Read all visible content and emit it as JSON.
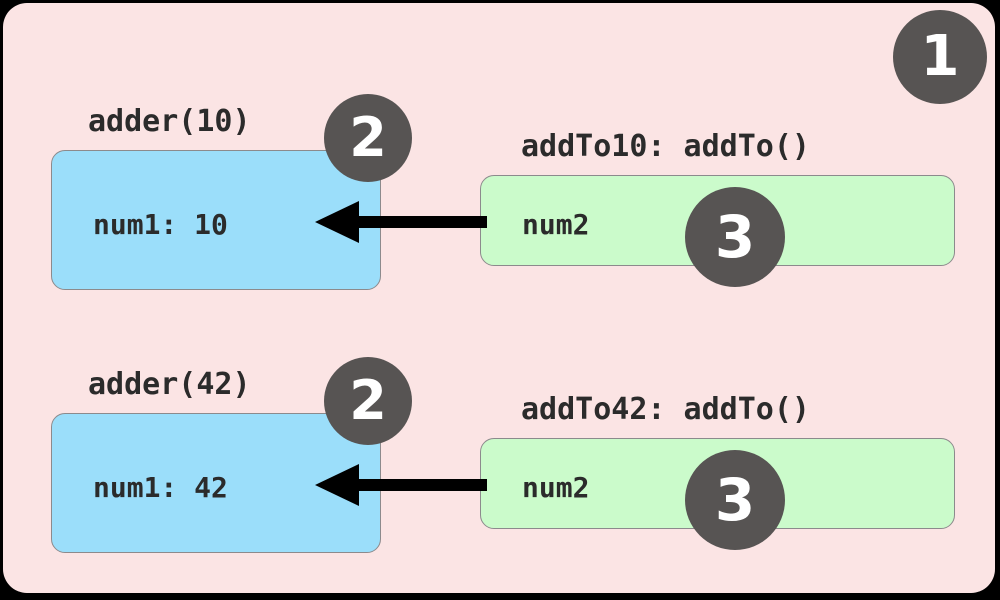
{
  "diagram": {
    "title_semantics": "closure-scope-diagram",
    "colors": {
      "page_background": "#000000",
      "outer_scope_fill": "#FBE4E4",
      "closure_scope_fill": "#9BDEFA",
      "function_scope_fill": "#CBFBCB",
      "box_border": "#8C8A8C",
      "badge_fill": "#575453",
      "badge_text": "#FFFFFF",
      "text": "#2B2B2B",
      "arrow": "#000000"
    },
    "badges": [
      {
        "id": "badge-1",
        "label": "1",
        "meaning": "global-scope"
      },
      {
        "id": "badge-2-top",
        "label": "2",
        "meaning": "closure-scope-adder-10"
      },
      {
        "id": "badge-3-top",
        "label": "3",
        "meaning": "function-scope-addTo10"
      },
      {
        "id": "badge-2-bottom",
        "label": "2",
        "meaning": "closure-scope-adder-42"
      },
      {
        "id": "badge-3-bottom",
        "label": "3",
        "meaning": "function-scope-addTo42"
      }
    ],
    "groups": [
      {
        "id": "group-top",
        "closure": {
          "label": "adder(10)",
          "variable": "num1: 10"
        },
        "fn": {
          "label": "addTo10: addTo()",
          "variable": "num2"
        },
        "arrow": {
          "direction": "right-to-left",
          "from": "addTo10-num2",
          "to": "adder10-num1"
        }
      },
      {
        "id": "group-bottom",
        "closure": {
          "label": "adder(42)",
          "variable": "num1: 42"
        },
        "fn": {
          "label": "addTo42: addTo()",
          "variable": "num2"
        },
        "arrow": {
          "direction": "right-to-left",
          "from": "addTo42-num2",
          "to": "adder42-num1"
        }
      }
    ]
  }
}
